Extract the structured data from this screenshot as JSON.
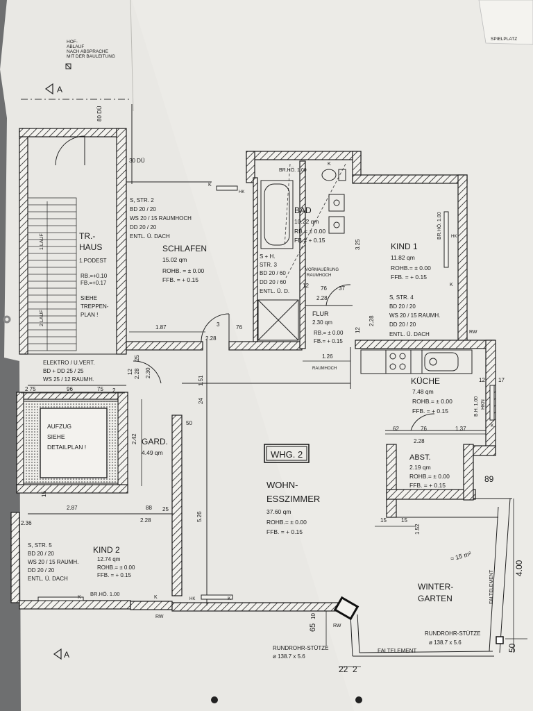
{
  "header": {
    "note": [
      "HOF-",
      "ABLAUF",
      "NACH ABSPRACHE",
      "MIT DER BAULEITUNG"
    ],
    "playground": "SPIELPLATZ",
    "section_mark": "A"
  },
  "unit_label": "WHG. 2",
  "rooms": {
    "stair": [
      "TR.-",
      "HAUS",
      "1.PODEST",
      "RB.=+0.10",
      "FB.=+0.17",
      "SIEHE",
      "TREPPEN-",
      "PLAN !"
    ],
    "stair_run_1": "2 LAUF",
    "stair_run_2": "1.LAUF",
    "schlafen_spec": [
      "S, STR. 2",
      "BD 20 / 20",
      "WS 20 / 15  RAUMHOCH",
      "DD 20 / 20",
      "ENTL. Ü. DACH"
    ],
    "schlafen": [
      "SCHLAFEN",
      "15.02 qm",
      "ROHB. = ± 0.00",
      "FFB.  = + 0.15"
    ],
    "bad_sill": "BR.HÖ. 1.00",
    "bad": [
      "BAD",
      "10.22 qm",
      "RB.= ± 0.00",
      "FB.= + 0.15"
    ],
    "bad_spec": [
      "S + H.",
      "STR. 3",
      "BD 20 / 60",
      "DD 20 / 60",
      "ENTL. Ü. D."
    ],
    "vormauerung": [
      "VORMAUERUNG",
      "RAUMHOCH"
    ],
    "flur": [
      "FLUR",
      "2.30 qm",
      "RB.= ± 0.00",
      "FB.= + 0.15"
    ],
    "kind1_sill": "BR.HÖ. 1.00",
    "kind1": [
      "KIND 1",
      "11.82 qm",
      "ROHB.= ± 0.00",
      "FFB.  = + 0.15"
    ],
    "kind1_spec": [
      "S, STR. 4",
      "BD 20 / 20",
      "WS 20 / 15  RAUMH.",
      "DD 20 / 20",
      "ENTL. Ü. DACH"
    ],
    "kueche": [
      "KÜCHE",
      "7.48 qm",
      "ROHB.= ± 0.00",
      "FFB.  = + 0.15"
    ],
    "kueche_sill": "B.H. 1.00",
    "kueche_hkn": "HKN",
    "elektro": [
      "ELEKTRO / U.VERT.",
      "BD + DD 25 / 25",
      "WS 25 / 12 RAUMH."
    ],
    "aufzug": [
      "AUFZUG",
      "SIEHE",
      "DETAILPLAN !"
    ],
    "gard": [
      "GARD.",
      "4.49 qm"
    ],
    "abst": [
      "ABST.",
      "2.19 qm",
      "ROHB.= ± 0.00",
      "FFB.  = + 0.15"
    ],
    "wohn": [
      "WOHN-",
      "ESSZIMMER",
      "37.60 qm",
      "ROHB.= ± 0.00",
      "FFB.  = + 0.15"
    ],
    "kind2_spec": [
      "S, STR. 5",
      "BD 20 / 20",
      "WS 20 / 15  RAUMH.",
      "DD 20 / 20",
      "ENTL. Ü. DACH"
    ],
    "kind2": [
      "KIND 2",
      "12.74 qm",
      "ROHB.= ± 0.00",
      "FFB.  = + 0.15"
    ],
    "kind2_sill": "BR.HÖ. 1.00",
    "winter": [
      "WINTER-",
      "GARTEN"
    ],
    "faltelement": "FALTELEMENT",
    "faltelement_side": "FALTELEMENT",
    "stuetze_left": [
      "RUNDROHR-STÜTZE",
      "ø 138.7 x 5.6"
    ],
    "stuetze_right": [
      "RUNDROHR-STÜTZE",
      "ø 138.7 x 5.6"
    ],
    "scribble": "≈ 15 m²"
  },
  "marks": {
    "k": "K",
    "hk": "HK",
    "rw": "RW",
    "raumhoch": "RAUMHOCH"
  },
  "dims": {
    "d80du": "80 DÜ",
    "d30du": "30 DÜ",
    "d187": "1.87",
    "d3": "3",
    "d765": "76",
    "d228a": "2.28",
    "d76": "76",
    "d37": "37",
    "d12": "12",
    "d228b": "2.28",
    "d325": "3.25",
    "d228c": "2.28",
    "d125": "12",
    "d126": "1.26",
    "d275": "2 75",
    "d96": "96",
    "d752": "75",
    "d2": "2",
    "d25a": "25",
    "d12b": "12",
    "d228v": "2.28",
    "d230": "2.30",
    "d151": "1.51",
    "d24": "24",
    "d50": "50",
    "d242": "2.42",
    "d526": "5.26",
    "d287": "2.87",
    "d885": "88",
    "d25b": "25",
    "d228d": "2.28",
    "d36": "2.36",
    "d15a": "15",
    "d62": "62",
    "d76b": "76",
    "d137": "1.37",
    "d228e": "2.28",
    "d125b": "12",
    "d175": "17",
    "d89": "89",
    "d15b": "15",
    "d15c": "15",
    "d152": "1.52",
    "d400": "4.00",
    "d50b": "50",
    "d65": "65",
    "d10": "10",
    "d22": "22",
    "d2b": "2"
  },
  "colors": {
    "paper": "#ecebe7",
    "wall_line": "#1c1c1c",
    "background": "#6e6f70"
  }
}
